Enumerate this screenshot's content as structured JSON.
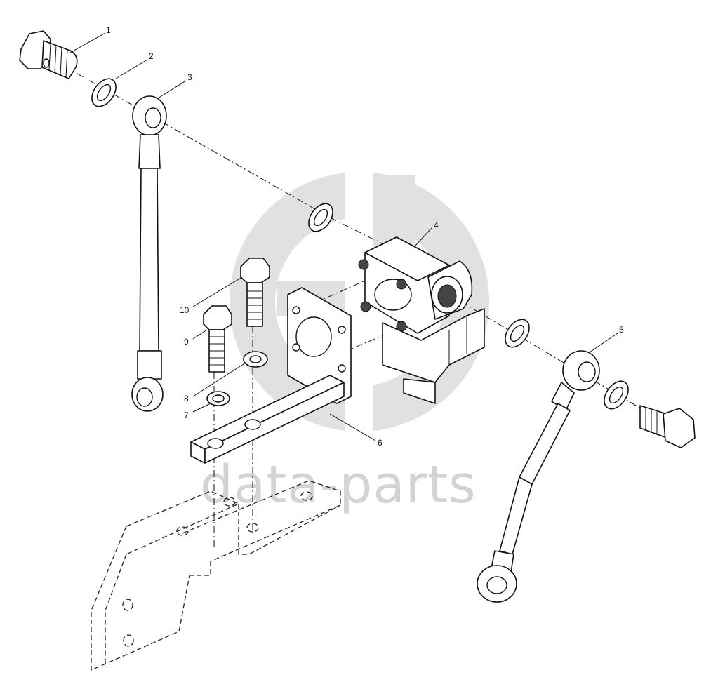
{
  "watermark": {
    "text": "data-parts",
    "color": "#d3d3d3"
  },
  "callouts": [
    {
      "id": "1",
      "label": "1"
    },
    {
      "id": "2",
      "label": "2"
    },
    {
      "id": "3",
      "label": "3"
    },
    {
      "id": "4",
      "label": "4"
    },
    {
      "id": "5",
      "label": "5"
    },
    {
      "id": "6",
      "label": "6"
    },
    {
      "id": "7",
      "label": "7"
    },
    {
      "id": "8",
      "label": "8"
    },
    {
      "id": "9",
      "label": "9"
    },
    {
      "id": "10",
      "label": "10"
    }
  ],
  "colors": {
    "line": "#111111",
    "background": "#ffffff"
  }
}
